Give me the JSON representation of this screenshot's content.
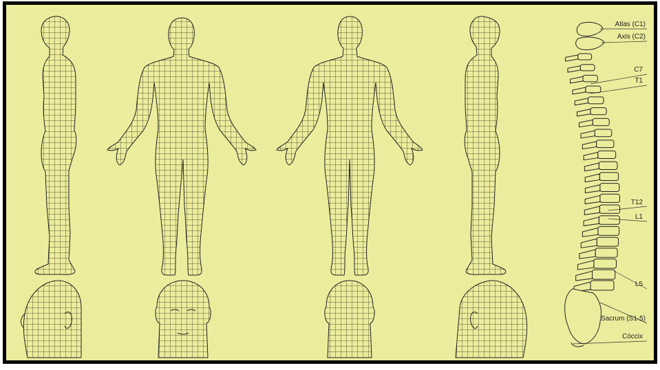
{
  "colors": {
    "background": "#ecec9d",
    "grid": "#2b2b14",
    "outline": "#222222",
    "frame": "#000000"
  },
  "spine_labels": {
    "atlas": "Atlas (C1)",
    "axis": "Axis (C2)",
    "c7": "C7",
    "t1": "T1",
    "t12": "T12",
    "l1": "L1",
    "l5": "L5",
    "sacrum": "Sacrum (S1-5)",
    "coccix": "Cóccix"
  }
}
